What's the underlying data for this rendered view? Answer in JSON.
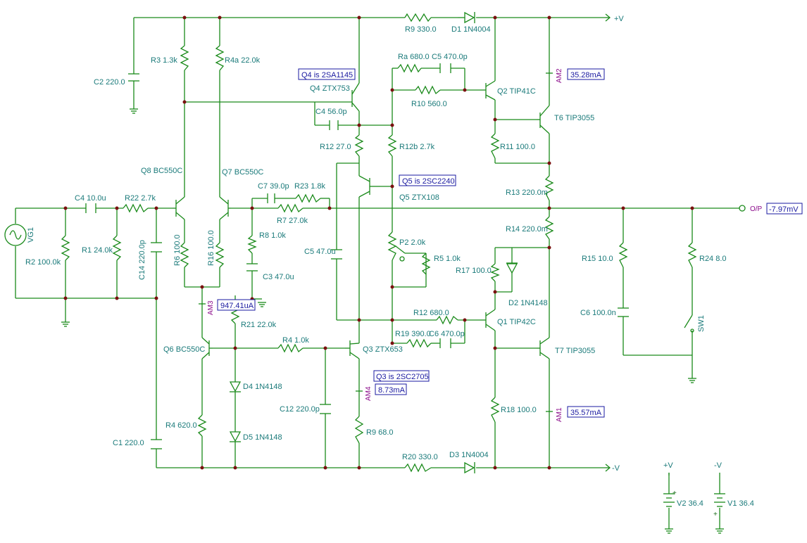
{
  "rails": {
    "pos": "+V",
    "neg": "-V",
    "output": "O/P"
  },
  "components": {
    "R9a": "R9 330.0",
    "D1": "D1 1N4004",
    "R3": "R3 1.3k",
    "R4a": "R4a 22.0k",
    "C2": "C2 220.0",
    "Q4": "Q4 ZTX753",
    "Ra": "Ra 680.0",
    "C5a": "C5 470.0p",
    "R10": "R10 560.0",
    "Q2": "Q2 TIP41C",
    "AM2": "AM2",
    "T6": "T6 TIP3055",
    "C4a": "C4 56.0p",
    "R12": "R12 27.0",
    "R12b": "R12b 2.7k",
    "R11": "R11 100.0",
    "Q8": "Q8 BC550C",
    "Q7": "Q7 BC550C",
    "Q5": "Q5 ZTX108",
    "R13": "R13 220.0m",
    "C4b": "C4 10.0u",
    "R22": "R22 2.7k",
    "C7": "C7 39.0p",
    "R23": "R23 1.8k",
    "R7": "R7 27.0k",
    "VG1": "VG1",
    "R8": "R8 1.0k",
    "R14": "R14 220.0m",
    "R2": "R2 100.0k",
    "R1": "R1 24.0k",
    "C14": "C14 220.0p",
    "R6": "R6 100.0",
    "R16": "R16 100.0",
    "P2": "P2 2.0k",
    "C5b": "C5 47.0u",
    "R5": "R5 1.0k",
    "R17": "R17 100.0",
    "R15": "R15 10.0",
    "R24": "R24 8.0",
    "C3": "C3 47.0u",
    "D2": "D2 1N4148",
    "AM3": "AM3",
    "R12c": "R12 680.0",
    "C6a": "C6 100.0n",
    "SW1": "SW1",
    "R21": "R21 22.0k",
    "Q1": "Q1 TIP42C",
    "R4b": "R4 1.0k",
    "R19": "R19 390.0",
    "C6b": "C6 470.0p",
    "Q6": "Q6 BC550C",
    "Q3": "Q3 ZTX653",
    "T7": "T7 TIP3055",
    "D4": "D4 1N4148",
    "AM4": "AM4",
    "R4c": "R4 620.0",
    "C12": "C12 220.0p",
    "R18": "R18 100.0",
    "AM1": "AM1",
    "D5": "D5 1N4148",
    "R9b": "R9 68.0",
    "C1": "C1 220.0",
    "R20": "R20 330.0",
    "D3": "D3 1N4004",
    "V1": "V1 36.4",
    "V2": "V2 36.4"
  },
  "readouts": {
    "am2": "35.28mA",
    "am3": "947.41uA",
    "am4": "8.73mA",
    "am1": "35.57mA",
    "out": "-7.97mV"
  },
  "notes": {
    "q4": "Q4 is 2SA1145",
    "q5": "Q5 is 2SC2240",
    "q3": "Q3 is 2SC2705"
  }
}
